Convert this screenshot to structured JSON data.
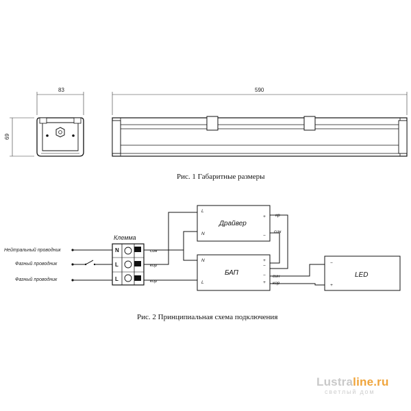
{
  "figure1": {
    "dim_width": "83",
    "dim_length": "590",
    "dim_height": "69",
    "caption": "Рис. 1 Габаритные размеры"
  },
  "figure2": {
    "caption": "Рис. 2 Принципиальная схема подключения",
    "terminal_label": "Клемма",
    "wire_labels": [
      "Нейтральный проводник",
      "Фазный проводник",
      "Фазный проводник"
    ],
    "terminal_pins": [
      "N",
      "L",
      "L"
    ],
    "terminal_outputs": [
      "син",
      "кор",
      "кор"
    ],
    "driver": {
      "title": "Драйвер",
      "pin_l": "L",
      "pin_n": "N",
      "out_plus": "+",
      "out_minus": "−",
      "out_plus_wire": "кр",
      "out_minus_wire": "син"
    },
    "bap": {
      "title": "БАП",
      "pin_n": "N",
      "pin_l": "L",
      "in_plus": "+",
      "in_minus": "−",
      "out_minus": "−",
      "out_plus": "+",
      "out_minus_wire": "син",
      "out_plus_wire": "кор"
    },
    "led": {
      "title": "LED",
      "pin_minus": "−",
      "pin_plus": "+"
    }
  },
  "watermark": {
    "brand_a": "Lustra",
    "brand_b": "line.ru",
    "tagline": "светлый дом"
  }
}
